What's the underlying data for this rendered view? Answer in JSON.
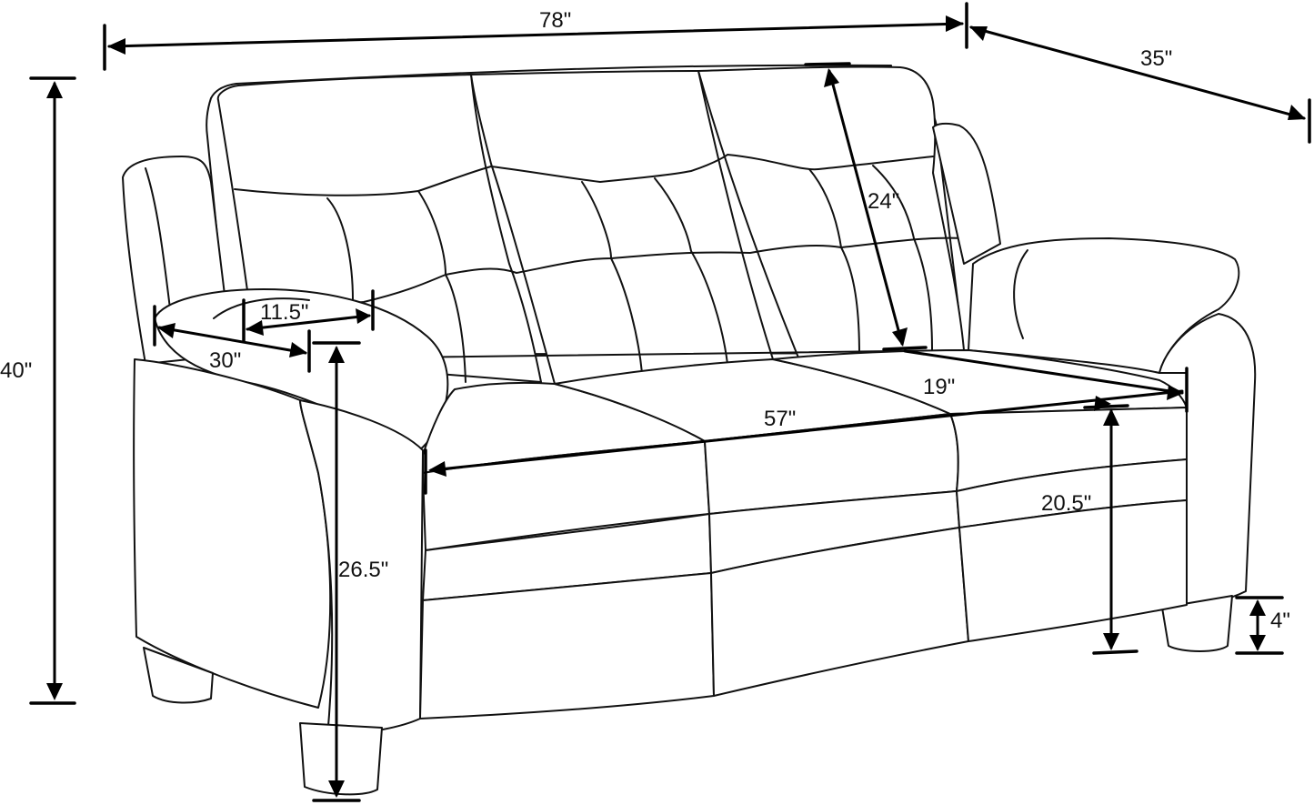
{
  "colors": {
    "line": "#111111",
    "background": "#ffffff"
  },
  "dimensions": {
    "width": "78\"",
    "depth": "35\"",
    "height": "40\"",
    "arm_length": "30\"",
    "arm_width": "11.5\"",
    "arm_height": "26.5\"",
    "back_height": "24\"",
    "seat_width": "57\"",
    "seat_depth": "19\"",
    "seat_height": "20.5\"",
    "leg_height": "4\""
  }
}
